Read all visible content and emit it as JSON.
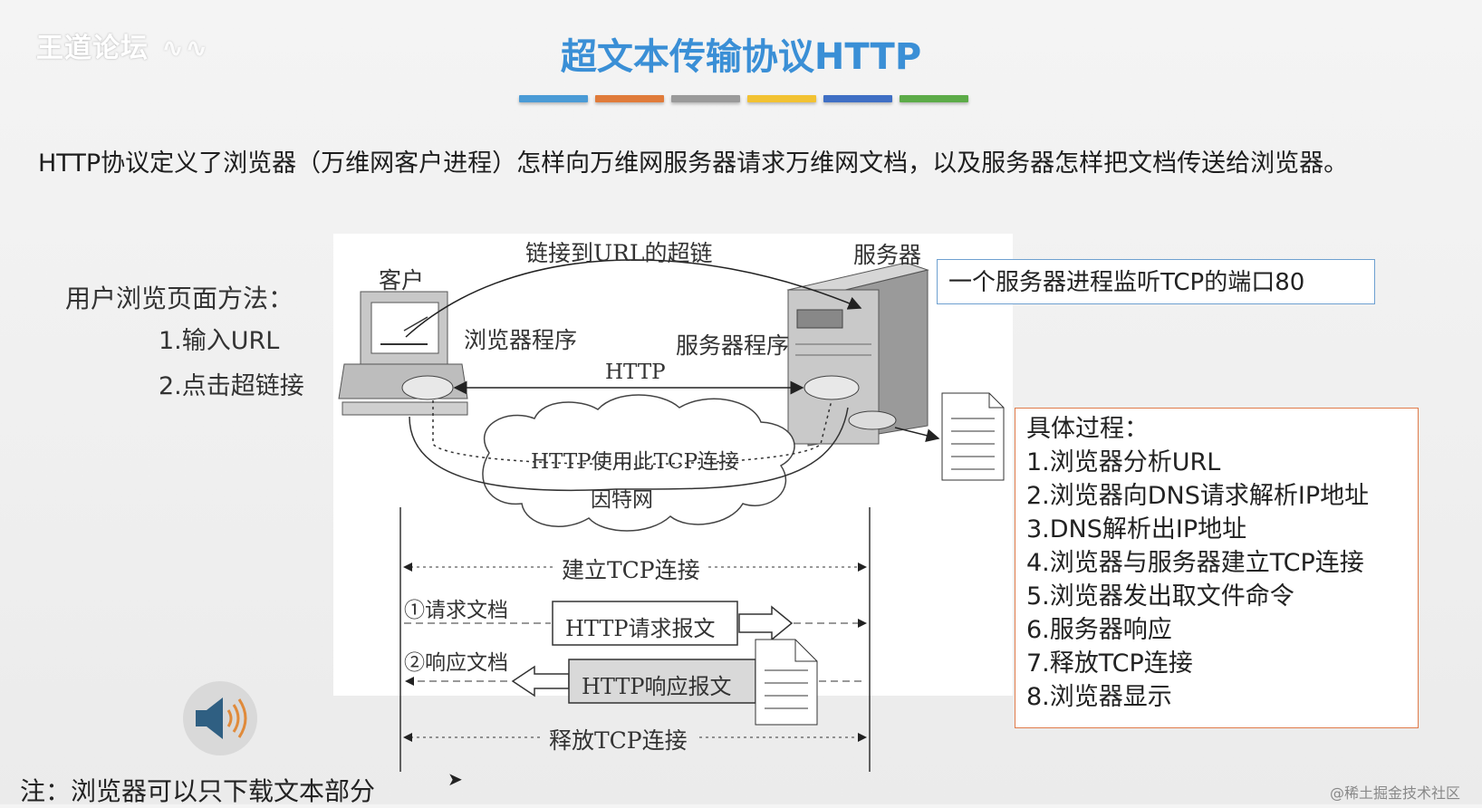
{
  "watermark": {
    "text": "王道论坛"
  },
  "title": "超文本传输协议HTTP",
  "title_bar_colors": [
    "#4a9bd6",
    "#e07b3a",
    "#9a9a9a",
    "#f2c232",
    "#3f6fc4",
    "#5cab48"
  ],
  "intro": "HTTP协议定义了浏览器（万维网客户进程）怎样向万维网服务器请求万维网文档，以及服务器怎样把文档传送给浏览器。",
  "methods": {
    "title": "用户浏览页面方法：",
    "items": [
      "1.输入URL",
      "2.点击超链接"
    ]
  },
  "diagram": {
    "client": "客户",
    "server": "服务器",
    "hyperlink": "链接到URL的超链",
    "browser_program": "浏览器程序",
    "server_program": "服务器程序",
    "http": "HTTP",
    "tcp_use": "HTTP使用此TCP连接",
    "internet": "因特网",
    "establish_tcp": "建立TCP连接",
    "request_doc": "①请求文档",
    "request_msg": "HTTP请求报文",
    "response_doc": "②响应文档",
    "response_msg": "HTTP响应报文",
    "release_tcp": "释放TCP连接"
  },
  "port_note": "一个服务器进程监听TCP的端口80",
  "process": {
    "title": "具体过程：",
    "steps": [
      "1.浏览器分析URL",
      "2.浏览器向DNS请求解析IP地址",
      "3.DNS解析出IP地址",
      "4.浏览器与服务器建立TCP连接",
      "5.浏览器发出取文件命令",
      "6.服务器响应",
      "7.释放TCP连接",
      "8.浏览器显示"
    ]
  },
  "note": "注：浏览器可以只下载文本部分",
  "credit": "@稀土掘金技术社区"
}
